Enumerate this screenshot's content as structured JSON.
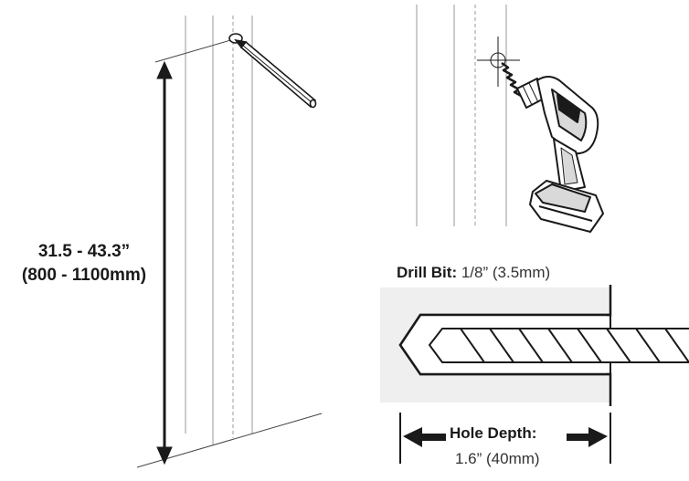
{
  "height_label": {
    "inches": "31.5 - 43.3”",
    "millimeters": "(800 - 1100mm)"
  },
  "drill_bit": {
    "label": "Drill Bit:",
    "value": "1/8” (3.5mm)"
  },
  "hole_depth": {
    "label": "Hole Depth:",
    "value": "1.6” (40mm)"
  },
  "colors": {
    "line": "#1a1a1a",
    "wall_hatch": "#f0f0f0",
    "light_line": "#9a9a9a"
  },
  "icons": [
    "pencil-icon",
    "drill-icon",
    "crosshair-icon",
    "drill-bit-icon",
    "double-arrow-icon"
  ]
}
